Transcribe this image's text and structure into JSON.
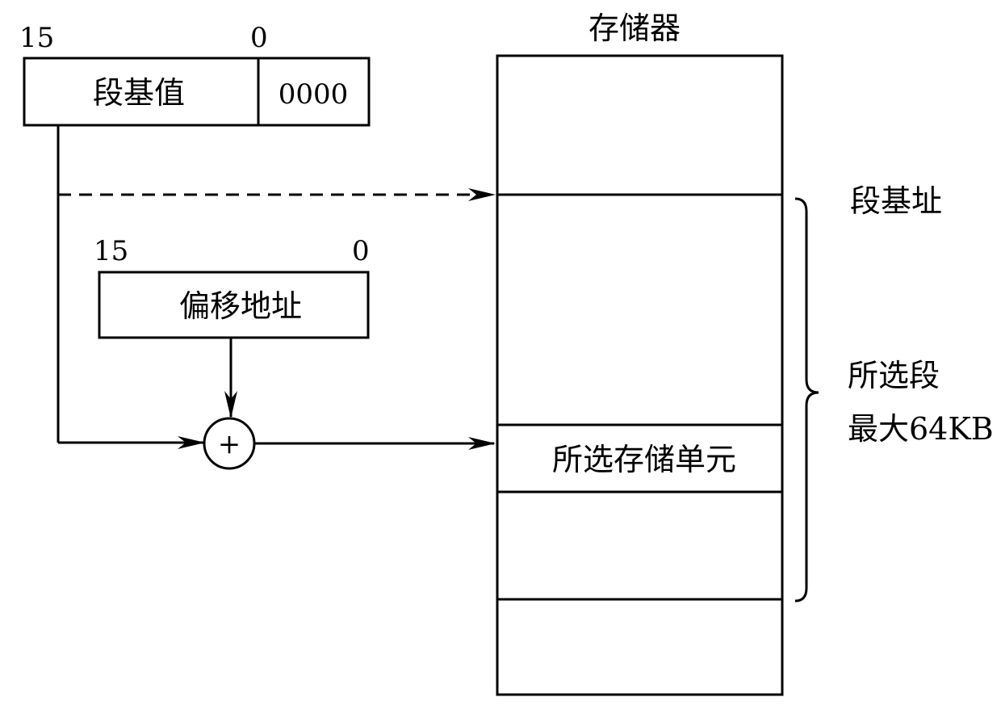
{
  "segment_register": {
    "bit_high": "15",
    "bit_low": "0",
    "label": "段基值",
    "suffix": "0000"
  },
  "offset_register": {
    "bit_high": "15",
    "bit_low": "0",
    "label": "偏移地址"
  },
  "adder": {
    "symbol": "+"
  },
  "memory": {
    "title": "存储器",
    "selected_cell_label": "所选存储单元"
  },
  "annotations": {
    "segment_base_address": "段基址",
    "segment_line_1": "所选段",
    "segment_line_2": "最大64KB"
  }
}
